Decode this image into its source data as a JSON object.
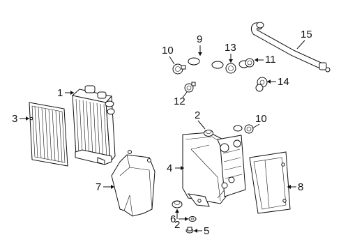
{
  "callouts": [
    {
      "id": "c1",
      "label": "1"
    },
    {
      "id": "c2a",
      "label": "2"
    },
    {
      "id": "c2b",
      "label": "2"
    },
    {
      "id": "c3",
      "label": "3"
    },
    {
      "id": "c4",
      "label": "4"
    },
    {
      "id": "c5",
      "label": "5"
    },
    {
      "id": "c6",
      "label": "6"
    },
    {
      "id": "c7",
      "label": "7"
    },
    {
      "id": "c8",
      "label": "8"
    },
    {
      "id": "c9",
      "label": "9"
    },
    {
      "id": "c10a",
      "label": "10"
    },
    {
      "id": "c10b",
      "label": "10"
    },
    {
      "id": "c11",
      "label": "11"
    },
    {
      "id": "c12",
      "label": "12"
    },
    {
      "id": "c13",
      "label": "13"
    },
    {
      "id": "c14",
      "label": "14"
    },
    {
      "id": "c15",
      "label": "15"
    }
  ]
}
